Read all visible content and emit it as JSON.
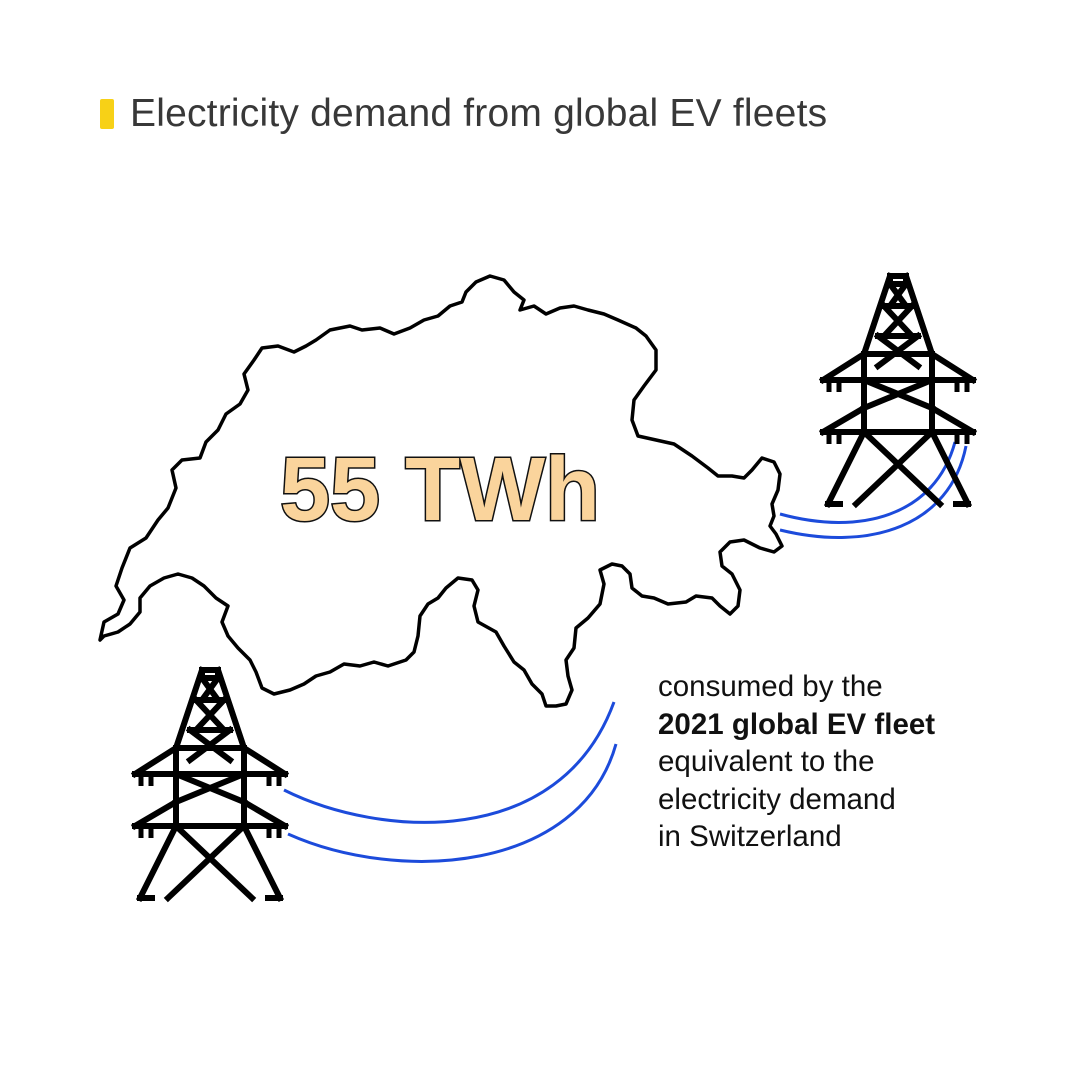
{
  "title": {
    "text": "Electricity demand from global EV fleets"
  },
  "headline_value": {
    "text": "55 TWh"
  },
  "caption": {
    "line1": "consumed by the",
    "line2_bold": "2021 global EV fleet",
    "line3": "equivalent to the",
    "line4": "electricity demand",
    "line5": "in Switzerland"
  },
  "colors": {
    "title_marker": "#F7D117",
    "title_text": "#383838",
    "value_fill": "#FAD49C",
    "value_outline": "#111111",
    "map_outline": "#000000",
    "power_lines": "#1C4BDB",
    "caption_text": "#111111"
  },
  "icons": {
    "map": "switzerland-outline-map",
    "pylon_left": "power-pylon-icon",
    "pylon_right": "power-pylon-icon"
  }
}
